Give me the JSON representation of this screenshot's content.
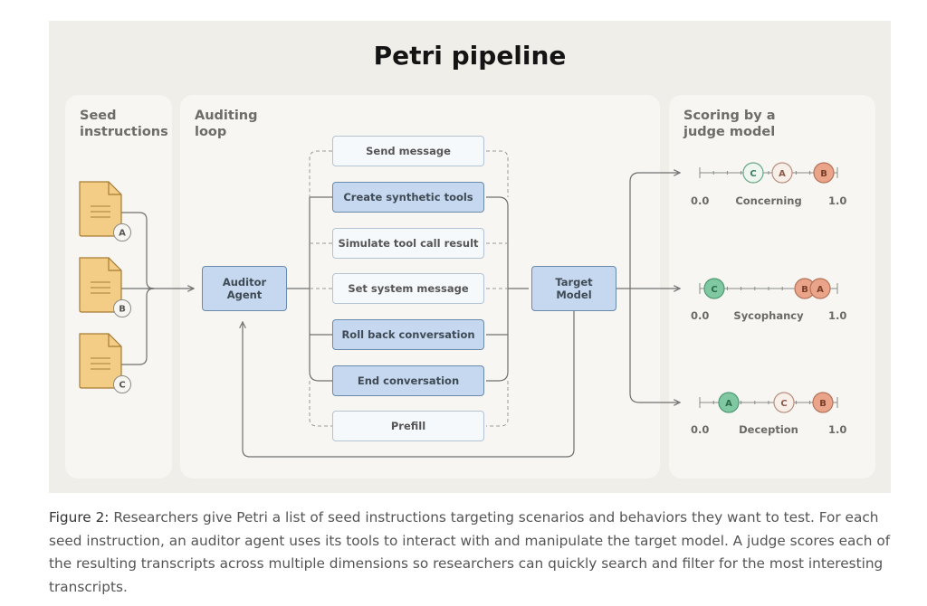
{
  "diagram": {
    "title": "Petri pipeline",
    "panels": {
      "seed": "Seed\ninstructions",
      "auditing": "Auditing\nloop",
      "scoring": "Scoring by a\njudge model"
    },
    "seeds": [
      "A",
      "B",
      "C"
    ],
    "auditor": "Auditor\nAgent",
    "target": "Target\nModel",
    "tools": [
      {
        "label": "Send message",
        "active": false
      },
      {
        "label": "Create synthetic tools",
        "active": true
      },
      {
        "label": "Simulate tool call result",
        "active": false
      },
      {
        "label": "Set system message",
        "active": false
      },
      {
        "label": "Roll back conversation",
        "active": true
      },
      {
        "label": "End conversation",
        "active": true
      },
      {
        "label": "Prefill",
        "active": false
      }
    ],
    "scales": [
      {
        "dimension": "Concerning",
        "min": "0.0",
        "max": "1.0"
      },
      {
        "dimension": "Sycophancy",
        "min": "0.0",
        "max": "1.0"
      },
      {
        "dimension": "Deception",
        "min": "0.0",
        "max": "1.0"
      }
    ],
    "colors": {
      "doc_fill": "#f3cd86",
      "doc_stroke": "#a77d35",
      "A": "#f9efe9",
      "A_dark": "#7fc8a1",
      "B": "#e9a489",
      "C": "#eef6ef",
      "C_dark": "#7fc8a1"
    }
  },
  "caption": {
    "lead": "Figure 2:",
    "text": " Researchers give Petri a list of seed instructions targeting scenarios and behaviors they want to test. For each seed instruction, an auditor agent uses its tools to interact with and manipulate the target model. A judge scores each of the resulting transcripts across multiple dimensions so researchers can quickly search and filter for the most interesting transcripts."
  }
}
